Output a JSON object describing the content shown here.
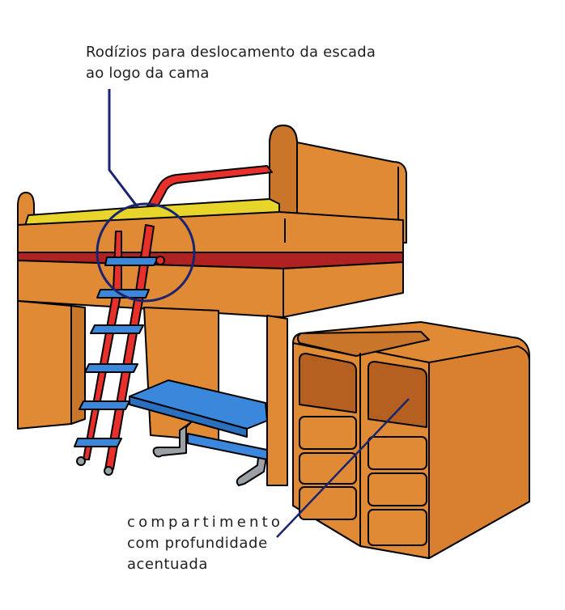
{
  "annotations": {
    "rodizios_line1": "Rodízios para deslocamento da escada",
    "rodizios_line2": "ao logo da cama",
    "compartimento_line1": "compartimento",
    "compartimento_line2": "com profundidade",
    "compartimento_line3": "acentuada"
  },
  "colors": {
    "wood": "#e08a36",
    "wood_dark": "#c9762a",
    "mattress": "#e8d52b",
    "band": "#b02121",
    "ladder": "#e8302b",
    "desk": "#3a87dc",
    "steel": "#9aa0a6",
    "callout_navy": "#1a2470",
    "outline": "#000000"
  }
}
